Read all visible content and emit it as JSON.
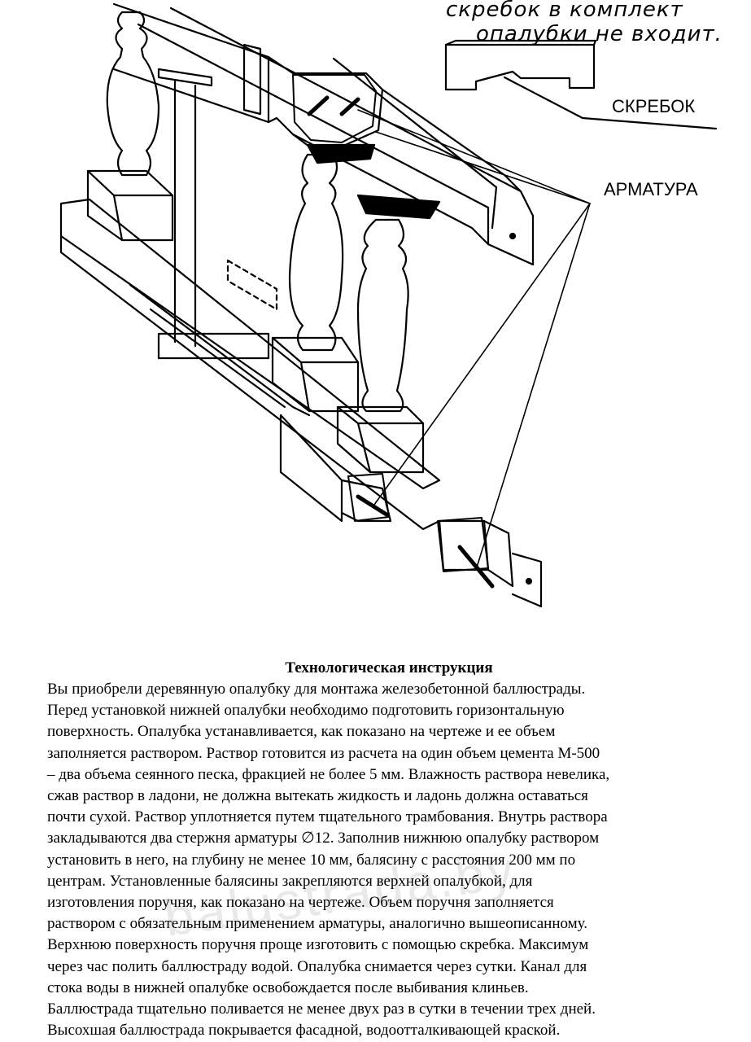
{
  "drawing": {
    "note_line1": "скребок в комплект",
    "note_line2": "опалубки не входит.",
    "label_scraper": "СКРЕБОК",
    "label_rebar": "АРМАТУРА"
  },
  "watermark": "balustrada.by",
  "instruction": {
    "title": "Технологическая инструкция",
    "lines": [
      "Вы приобрели деревянную опалубку для монтажа железобетонной баллюстрады.",
      "Перед установкой нижней опалубки необходимо подготовить горизонтальную",
      "поверхность. Опалубка устанавливается, как показано на чертеже и ее объем",
      "заполняется раствором. Раствор готовится из расчета на один объем цемента М-500",
      "– два объема сеянного песка, фракцией не более 5 мм. Влажность раствора невелика,",
      "сжав раствор в ладони, не должна вытекать жидкость и ладонь должна оставаться",
      "почти сухой. Раствор уплотняется путем тщательного трамбования. Внутрь раствора",
      "закладываются два стержня арматуры ∅12. Заполнив нижнюю опалубку раствором",
      "установить в него, на глубину не менее 10 мм, балясину с расстояния 200 мм по",
      "центрам. Установленные балясины закрепляются верхней опалубкой, для",
      "изготовления поручня, как показано на чертеже. Объем поручня заполняется",
      "раствором с обязательным применением арматуры, аналогично вышеописанному.",
      "Верхнюю поверхность поручня проще изготовить с помощью скребка. Максимум",
      "через час полить баллюстраду водой. Опалубка снимается через сутки. Канал для",
      "стока воды в нижней опалубке освобождается после выбивания клиньев.",
      "Баллюстрада тщательно поливается не менее двух  раз в сутки в течении трех дней.",
      "Высохшая баллюстрада покрывается фасадной, водоотталкивающей краской."
    ]
  }
}
